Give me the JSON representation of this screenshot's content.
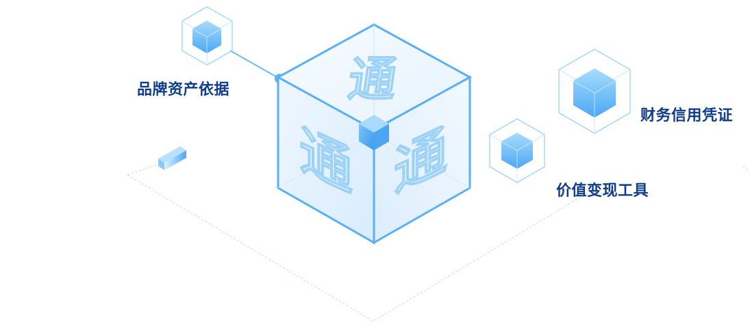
{
  "labels": {
    "brand_asset": "品牌资产依据",
    "financial_credit": "财务信用凭证",
    "value_tool": "价值变现工具"
  },
  "cube_glyph": "通",
  "colors": {
    "accent": "#4aa8f5",
    "accent_light": "#8fd0fb",
    "edge": "#5bb0f3",
    "label_text": "#0f3c8c",
    "ground_dash": "#b7dcf7"
  }
}
